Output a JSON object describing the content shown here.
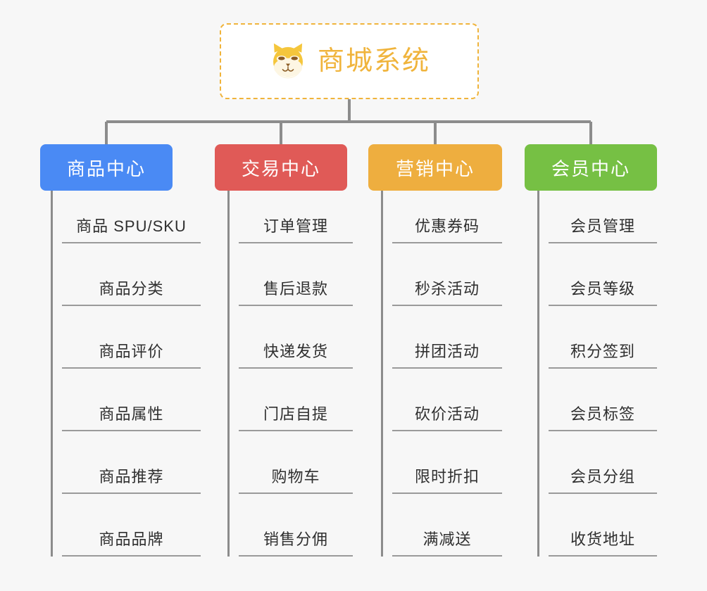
{
  "page": {
    "background_color": "#f7f7f7",
    "text_color": "#2f2f2f",
    "connector_color": "#8c8c8c"
  },
  "root": {
    "title": "商城系统",
    "icon": "shiba-dog-face-emoji",
    "border_color": "#f0b43c",
    "title_color": "#f0b43c",
    "background_color": "#ffffff"
  },
  "columns": [
    {
      "label": "商品中心",
      "color": "#4a8af4",
      "items": [
        "商品 SPU/SKU",
        "商品分类",
        "商品评价",
        "商品属性",
        "商品推荐",
        "商品品牌"
      ]
    },
    {
      "label": "交易中心",
      "color": "#e05a57",
      "items": [
        "订单管理",
        "售后退款",
        "快递发货",
        "门店自提",
        "购物车",
        "销售分佣"
      ]
    },
    {
      "label": "营销中心",
      "color": "#eeae3f",
      "items": [
        "优惠券码",
        "秒杀活动",
        "拼团活动",
        "砍价活动",
        "限时折扣",
        "满减送"
      ]
    },
    {
      "label": "会员中心",
      "color": "#76c044",
      "items": [
        "会员管理",
        "会员等级",
        "积分签到",
        "会员标签",
        "会员分组",
        "收货地址"
      ]
    }
  ]
}
